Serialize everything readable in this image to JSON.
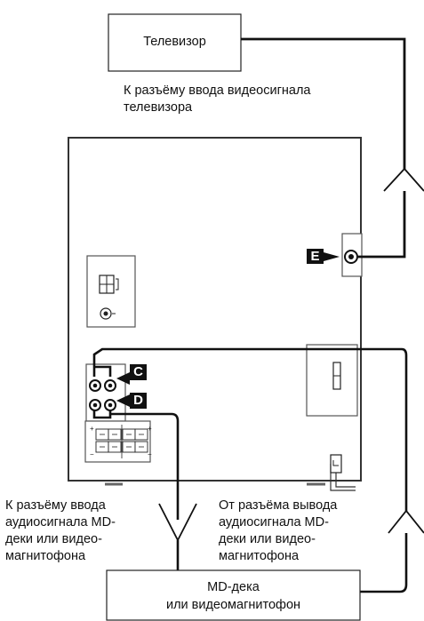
{
  "tv_box": {
    "label": "Телевизор"
  },
  "labels": {
    "tv_input": "К разъёму ввода видеосигнала\nтелевизора",
    "audio_input": "К разъёму ввода\nаудиосигнала MD-\nдеки или видео-\nмагнитофона",
    "audio_output": "От разъёма вывода\nаудиосигнала MD-\nдеки или видео-\nмагнитофона"
  },
  "md_box": {
    "line1": "MD-дека",
    "line2": "или видеомагнитофон"
  },
  "markers": {
    "c": "C",
    "d": "D",
    "e": "E"
  }
}
